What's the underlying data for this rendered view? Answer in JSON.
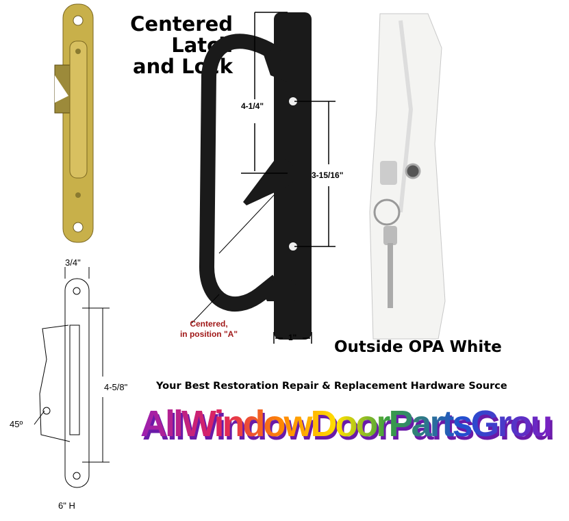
{
  "title_lines": [
    "Centered",
    "Latch",
    "and Lock"
  ],
  "handle_dimensions": {
    "top_to_lever": "4-1/4\"",
    "hole_spacing": "3-15/16\"",
    "width": "1\""
  },
  "lever_note": [
    "Centered,",
    "in position \"A\""
  ],
  "outside_caption": "Outside OPA White",
  "latch_drawing": {
    "width": "3/4\"",
    "hole_spacing": "4-5/8\"",
    "angle": "45º",
    "height": "6\" H"
  },
  "tagline": "Your Best Restoration Repair & Replacement Hardware Source",
  "logo_text": "AllWindowDoorPartsGroup",
  "colors": {
    "handle": "#1a1a1a",
    "latch_brass": "#b8a03a",
    "note_red": "#a01818",
    "logo_shadow": "#6a1aa8"
  }
}
